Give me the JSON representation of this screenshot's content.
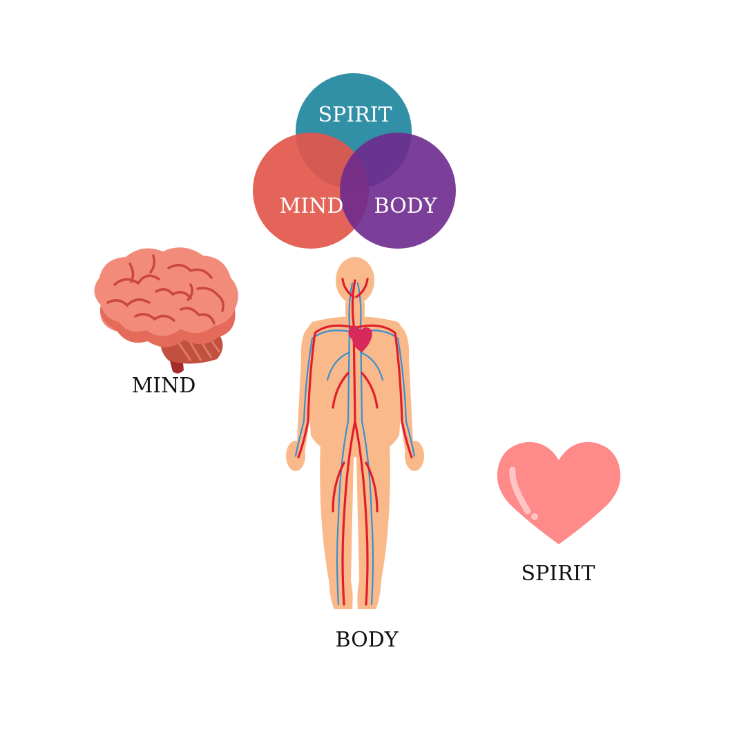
{
  "venn": {
    "top_label": "SPIRIT",
    "left_label": "MIND",
    "right_label": "BODY",
    "colors": {
      "spirit": "#2A8BA3",
      "mind": "#E2574C",
      "body": "#6E2A8E"
    }
  },
  "captions": {
    "mind": "MIND",
    "body": "BODY",
    "spirit": "SPIRIT"
  },
  "icons": {
    "brain": "brain-icon",
    "human_body": "circulatory-body-icon",
    "heart": "heart-icon"
  }
}
